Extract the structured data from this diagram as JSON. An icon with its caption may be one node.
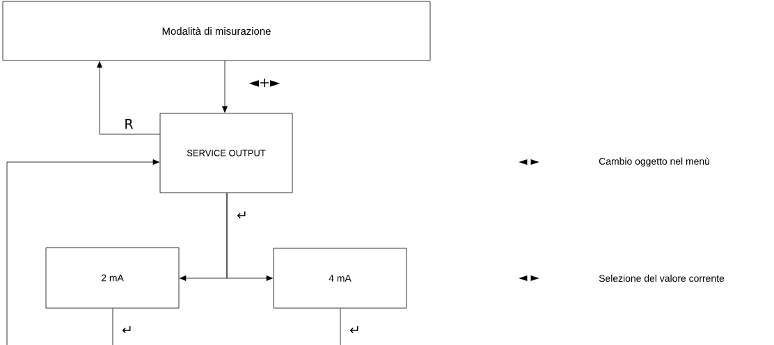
{
  "diagram": {
    "nodes": [
      {
        "text": [
          "Modalità di misurazione"
        ]
      },
      {
        "text": [
          "SERVICE OUTPUT"
        ]
      },
      {
        "text": [
          "2 mA"
        ]
      },
      {
        "text": [
          "4 mA"
        ]
      }
    ],
    "edges": [
      {
        "from": 0,
        "to": 1,
        "arrow": "to",
        "label": "◄+►"
      },
      {
        "from": 1,
        "to": 0,
        "arrow": "to",
        "label": "R"
      },
      {
        "from": 1,
        "to": 2,
        "arrow": "to",
        "label": "↵"
      },
      {
        "from": 1,
        "to": 3,
        "arrow": "to"
      },
      {
        "from": 2,
        "to": null,
        "arrow": "none",
        "label": "↵"
      },
      {
        "from": 3,
        "to": null,
        "arrow": "none",
        "label": "↵"
      },
      {
        "from": null,
        "to": 1,
        "arrow": "to"
      }
    ],
    "labels": [
      "◄ ►",
      "Cambio oggetto nel menù",
      "◄ ►",
      "Selezione del valore corrente"
    ]
  }
}
